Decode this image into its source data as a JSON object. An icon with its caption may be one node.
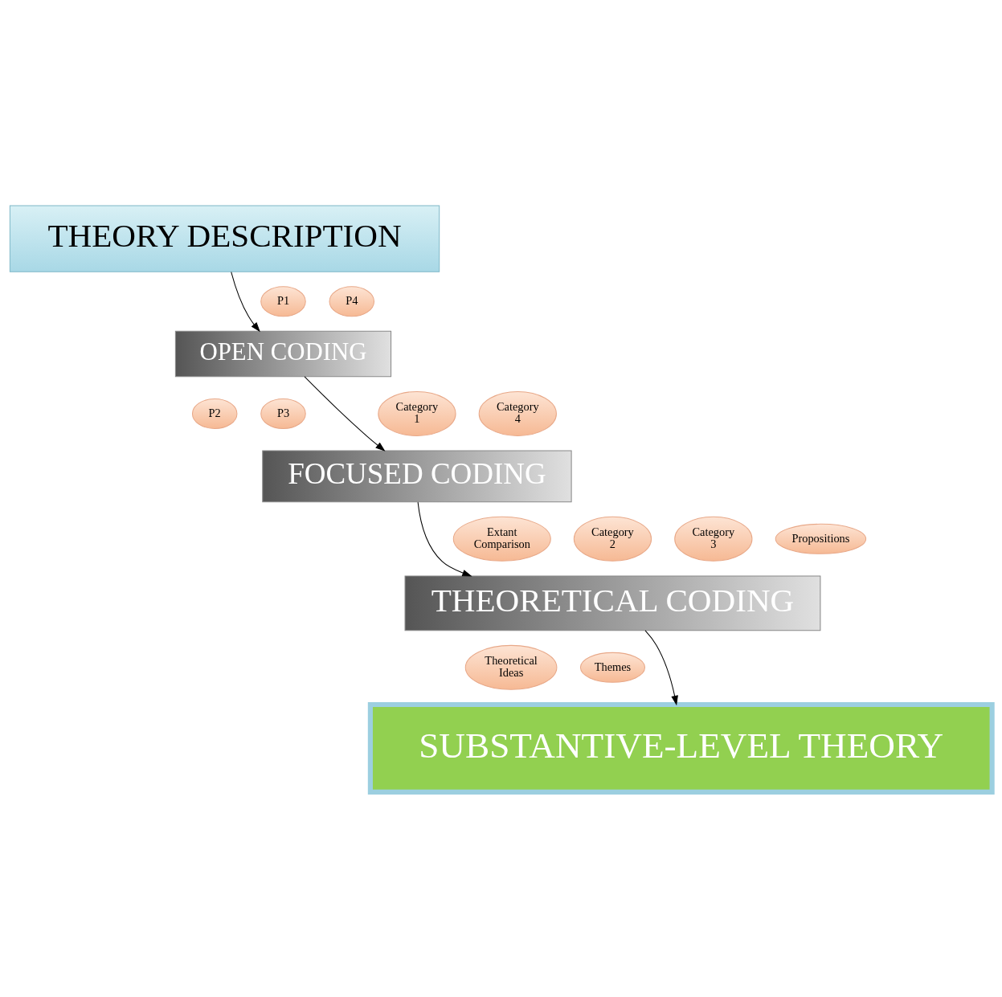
{
  "diagram": {
    "nodes": [
      {
        "text": [
          "THEORY DESCRIPTION"
        ]
      },
      {
        "text": [
          "P1"
        ]
      },
      {
        "text": [
          "P4"
        ]
      },
      {
        "text": [
          "OPEN CODING"
        ]
      },
      {
        "text": [
          "P2"
        ]
      },
      {
        "text": [
          "P3"
        ]
      },
      {
        "text": [
          "Category 1"
        ]
      },
      {
        "text": [
          "Category 4"
        ]
      },
      {
        "text": [
          "FOCUSED CODING"
        ]
      },
      {
        "text": [
          "Extant Comparison"
        ]
      },
      {
        "text": [
          "Category 2"
        ]
      },
      {
        "text": [
          "Category 3"
        ]
      },
      {
        "text": [
          "Propositions"
        ]
      },
      {
        "text": [
          "THEORETICAL CODING"
        ]
      },
      {
        "text": [
          "Theoretical Ideas"
        ]
      },
      {
        "text": [
          "Themes"
        ]
      },
      {
        "text": [
          "SUBSTANTIVE-LEVEL THEORY"
        ]
      }
    ],
    "edges": [
      {
        "from": 0,
        "to": 3,
        "arrow": "to"
      },
      {
        "from": 3,
        "to": 8,
        "arrow": "to"
      },
      {
        "from": 8,
        "to": 13,
        "arrow": "to"
      },
      {
        "from": 13,
        "to": 16,
        "arrow": "to"
      }
    ]
  }
}
